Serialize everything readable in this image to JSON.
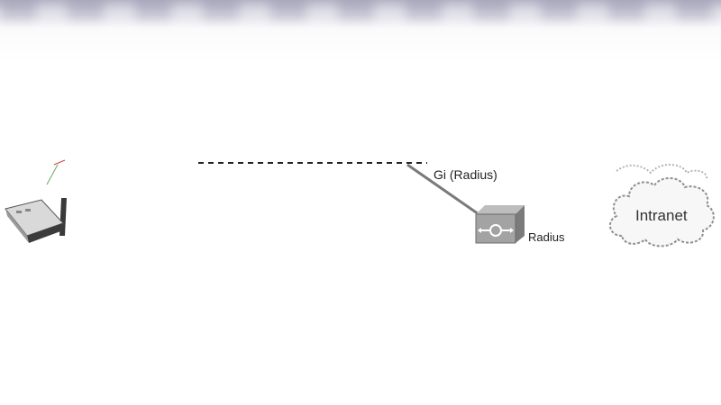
{
  "links": {
    "gi_label": "Gi (Radius)"
  },
  "nodes": {
    "radius_server": {
      "label": "Radius"
    },
    "intranet": {
      "label": "Intranet"
    }
  }
}
